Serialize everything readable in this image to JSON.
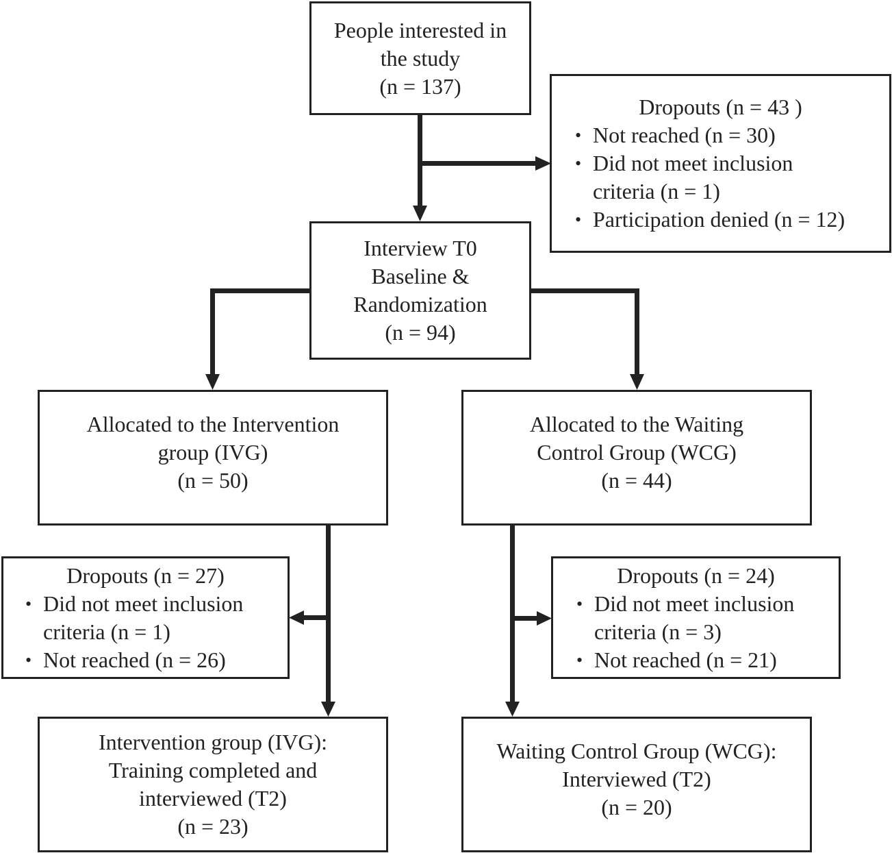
{
  "nodes": {
    "interested": {
      "lines": [
        "People interested in",
        "the study",
        "(n = 137)"
      ]
    },
    "dropout_top": {
      "head": "Dropouts (n = 43 )",
      "items": [
        "Not reached (n = 30)",
        "Did not meet inclusion criteria (n = 1)",
        "Participation denied (n = 12)"
      ],
      "item_lines": [
        [
          "Not reached (n = 30)"
        ],
        [
          "Did not meet inclusion",
          "criteria (n = 1)"
        ],
        [
          "Participation denied (n = 12)"
        ]
      ]
    },
    "baseline": {
      "lines": [
        "Interview T0",
        "Baseline &",
        "Randomization",
        "(n = 94)"
      ]
    },
    "ivg_alloc": {
      "lines": [
        "Allocated to the Intervention",
        "group (IVG)",
        "(n = 50)"
      ]
    },
    "wcg_alloc": {
      "lines": [
        "Allocated to the Waiting",
        "Control Group (WCG)",
        "(n = 44)"
      ]
    },
    "dropout_ivg": {
      "head": "Dropouts (n = 27)",
      "items": [
        "Did not meet inclusion criteria (n = 1)",
        "Not reached (n = 26)"
      ],
      "item_lines": [
        [
          "Did not meet inclusion",
          "criteria (n = 1)"
        ],
        [
          "Not reached (n = 26)"
        ]
      ]
    },
    "dropout_wcg": {
      "head": "Dropouts (n = 24)",
      "items": [
        "Did not meet inclusion criteria (n = 3)",
        "Not reached (n = 21)"
      ],
      "item_lines": [
        [
          "Did not meet inclusion",
          "criteria (n = 3)"
        ],
        [
          "Not reached (n = 21)"
        ]
      ]
    },
    "ivg_final": {
      "lines": [
        "Intervention group (IVG):",
        "Training completed and",
        "interviewed (T2)",
        "(n = 23)"
      ]
    },
    "wcg_final": {
      "lines": [
        "Waiting Control Group (WCG):",
        "Interviewed (T2)",
        "(n = 20)"
      ]
    }
  },
  "edges": [
    {
      "from": "interested",
      "to": "baseline"
    },
    {
      "from": "interested",
      "to": "dropout_top"
    },
    {
      "from": "baseline",
      "to": "ivg_alloc"
    },
    {
      "from": "baseline",
      "to": "wcg_alloc"
    },
    {
      "from": "ivg_alloc",
      "to": "ivg_final"
    },
    {
      "from": "ivg_alloc",
      "to": "dropout_ivg"
    },
    {
      "from": "wcg_alloc",
      "to": "wcg_final"
    },
    {
      "from": "wcg_alloc",
      "to": "dropout_wcg"
    }
  ]
}
